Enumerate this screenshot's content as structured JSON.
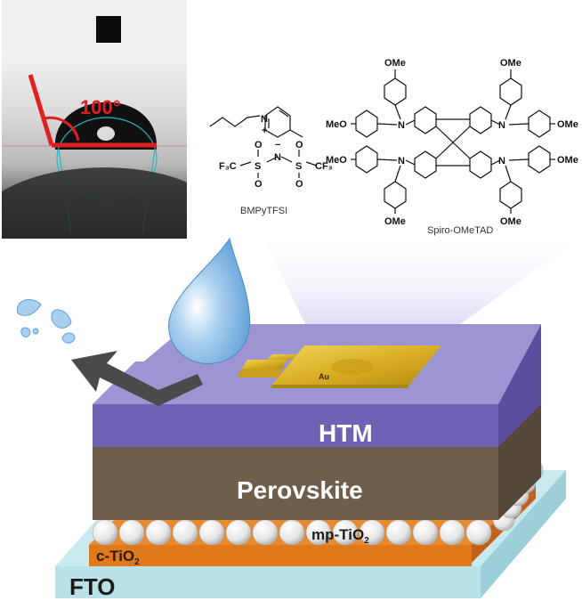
{
  "contact_angle": {
    "value": "100°"
  },
  "molecules": {
    "bmpy": {
      "caption": "BMPyTFSI",
      "n_plus": "N",
      "plus": "+",
      "minus": "−",
      "tfsi_n": "N",
      "left_group": "F₃C",
      "right_group": "CF₃",
      "s1": "S",
      "s2": "S",
      "o": "O"
    },
    "spiro": {
      "caption": "Spiro-OMeTAD",
      "ome": "OMe",
      "meo": "MeO",
      "n": "N"
    }
  },
  "layers": {
    "htm": "HTM",
    "perovskite": "Perovskite",
    "mp_tio2": "mp-TiO",
    "mp_tio2_sub": "2",
    "c_tio2": "c-TiO",
    "c_tio2_sub": "2",
    "fto": "FTO",
    "electrode": "Au"
  },
  "colors": {
    "htm_front": "#6f62b4",
    "htm_top": "#9d94d2",
    "htm_side": "#5a4f9c",
    "perovskite_front": "#6e5e4b",
    "perovskite_side": "#55483a",
    "ctio2": "#e0781c",
    "fto": "#b9e2e8",
    "fto_side": "#9ccfd7",
    "gold": "#d9b125",
    "droplet": "#7fb6e6",
    "arrow": "#4a4a4a",
    "angle": "#e02020",
    "beam": "#cfc8f2"
  }
}
